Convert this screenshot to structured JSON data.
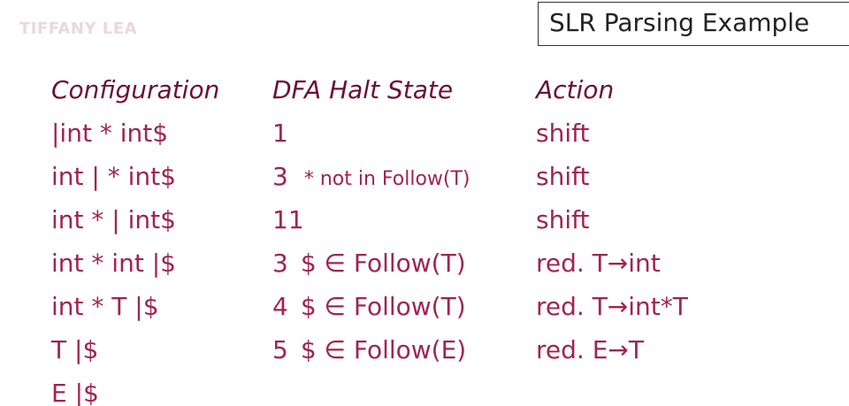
{
  "watermark": "TIFFANY LEA",
  "title": "SLR Parsing Example",
  "headers": {
    "configuration": "Configuration",
    "state": "DFA Halt State",
    "action": "Action"
  },
  "rows": [
    {
      "config": "|int * int$",
      "state": "1",
      "note": "",
      "action": "shift"
    },
    {
      "config": "int | * int$",
      "state": "3",
      "note": "* not in Follow(T)",
      "action": "shift"
    },
    {
      "config": "int * | int$",
      "state": "11",
      "note": "",
      "action": "shift"
    },
    {
      "config": "int * int |$",
      "state": "3",
      "note": "$ ∈ Follow(T)",
      "action": "red. T→int"
    },
    {
      "config": "int * T |$",
      "state": "4",
      "note": "$ ∈ Follow(T)",
      "action": "red. T→int*T"
    },
    {
      "config": "T |$",
      "state": "5",
      "note": "$ ∈ Follow(E)",
      "action": "red. E→T"
    },
    {
      "config": "E |$",
      "state": "",
      "note": "",
      "action": ""
    }
  ]
}
